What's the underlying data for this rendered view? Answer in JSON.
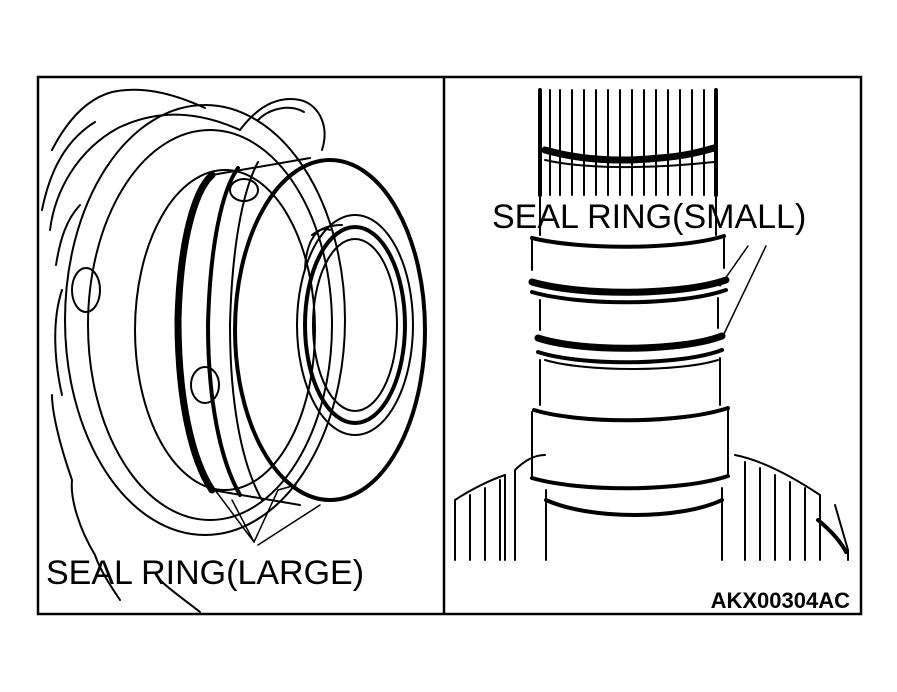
{
  "labels": {
    "left": "SEAL RING(LARGE)",
    "right": "SEAL RING(SMALL)",
    "code": "AKX00304AC"
  },
  "colors": {
    "ink": "#000000",
    "paper": "#ffffff"
  }
}
